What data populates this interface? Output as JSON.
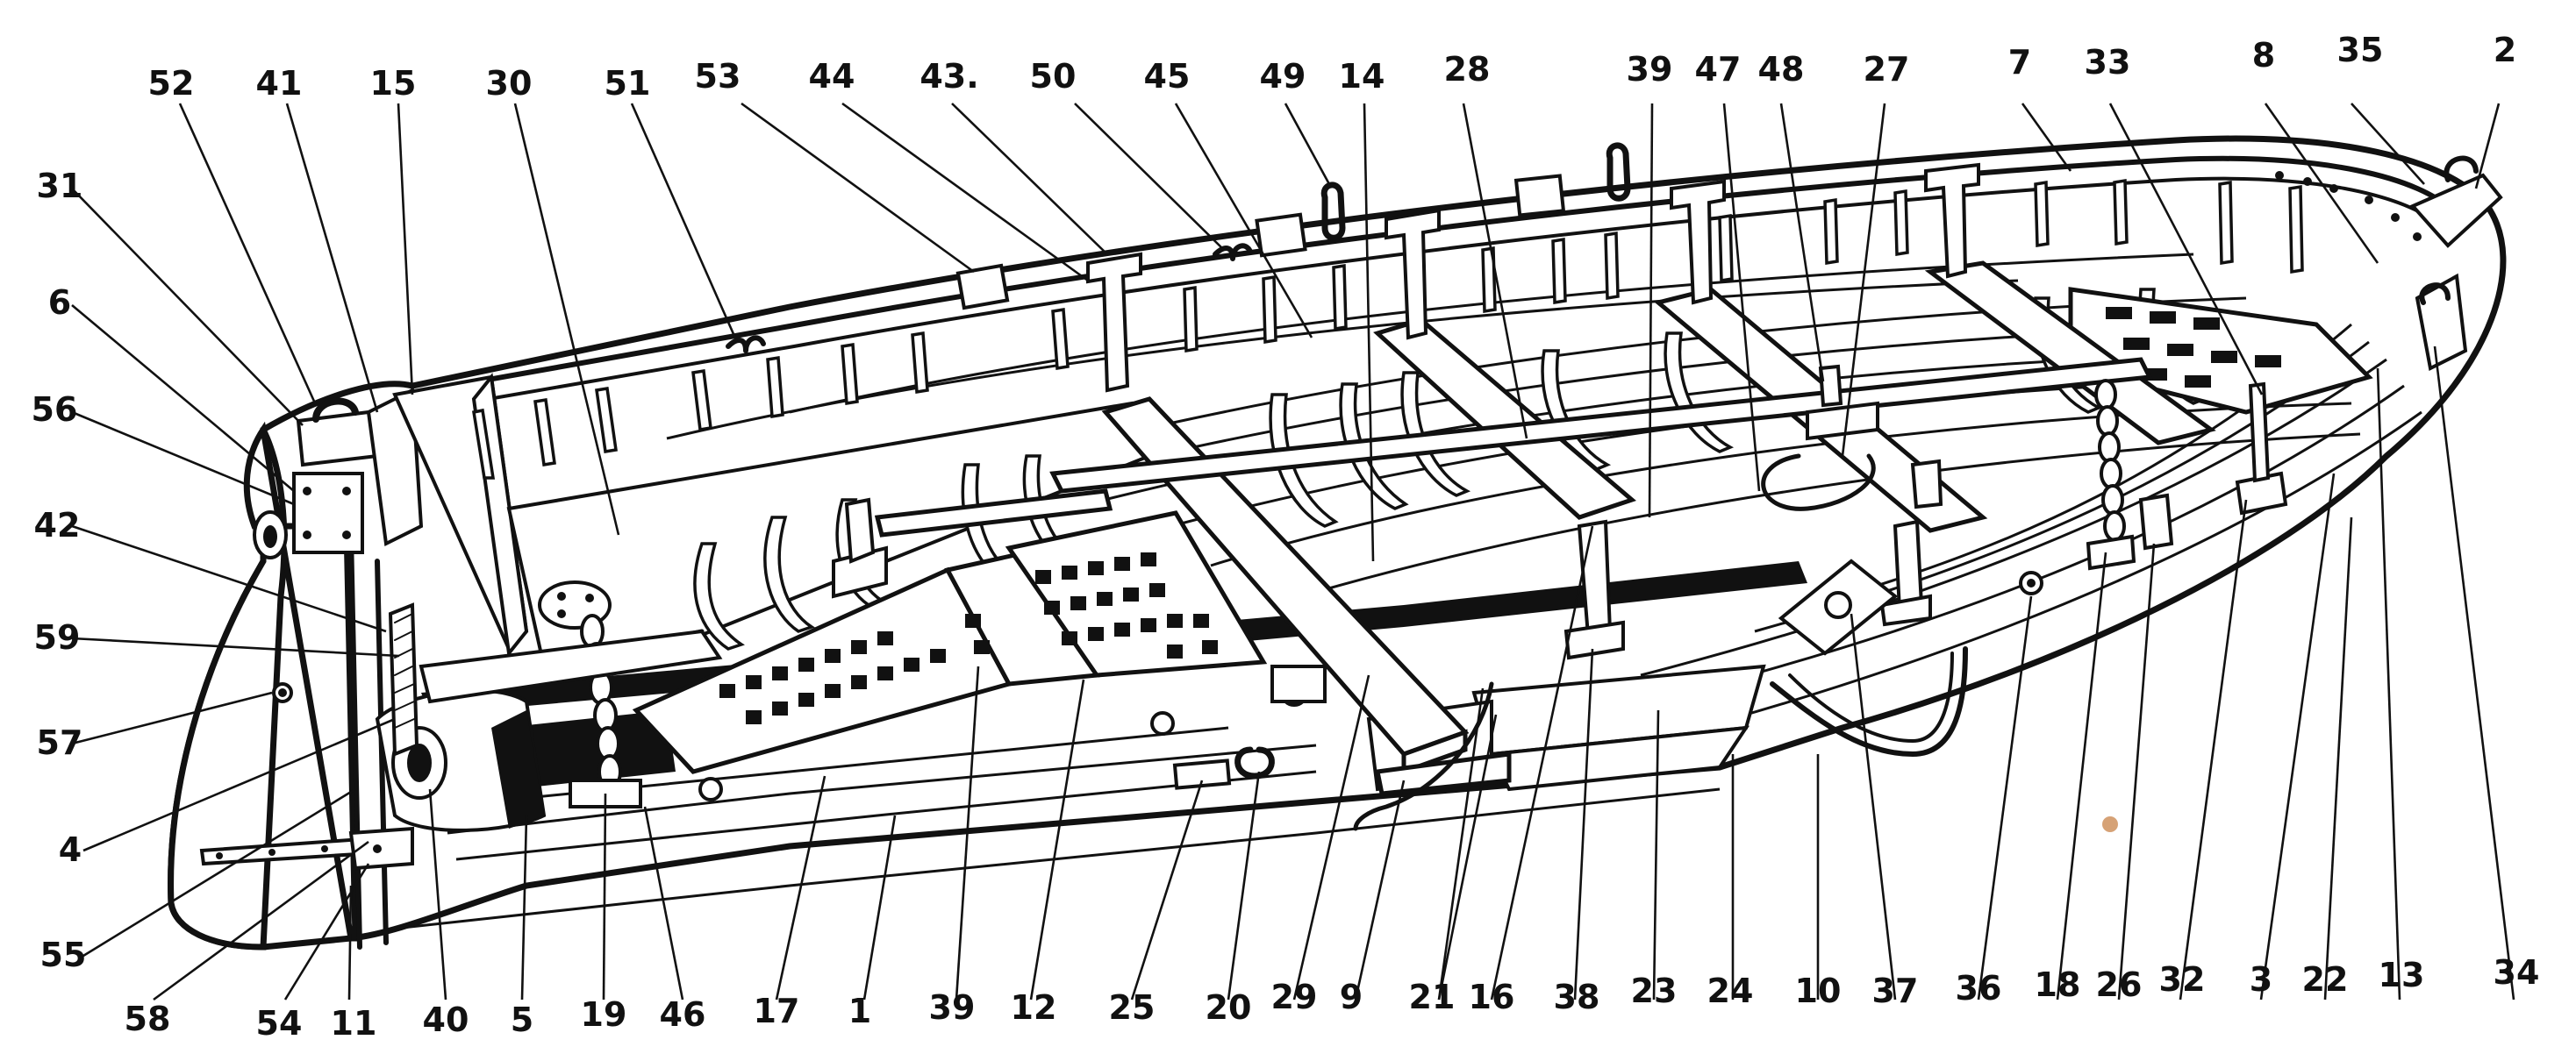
{
  "diagram": {
    "subject": "lifeboat-cutaway",
    "ink_color": "#111111",
    "paper_color": "#ffffff",
    "callouts_top": [
      "52",
      "41",
      "15",
      "30",
      "51",
      "53",
      "44",
      "43.",
      "50",
      "45",
      "49",
      "14",
      "28",
      "39",
      "47",
      "48",
      "27",
      "7",
      "33",
      "8",
      "35",
      "2"
    ],
    "callouts_left": [
      "31",
      "6",
      "56",
      "42",
      "59",
      "57",
      "4",
      "55"
    ],
    "callouts_bottom": [
      "58",
      "54",
      "11",
      "40",
      "5",
      "19",
      "46",
      "17",
      "1",
      "39",
      "12",
      "25",
      "20",
      "29",
      "9",
      "21",
      "16",
      "38",
      "23",
      "24",
      "10",
      "37",
      "36",
      "18",
      "26",
      "32",
      "3",
      "22",
      "13",
      "34"
    ]
  }
}
